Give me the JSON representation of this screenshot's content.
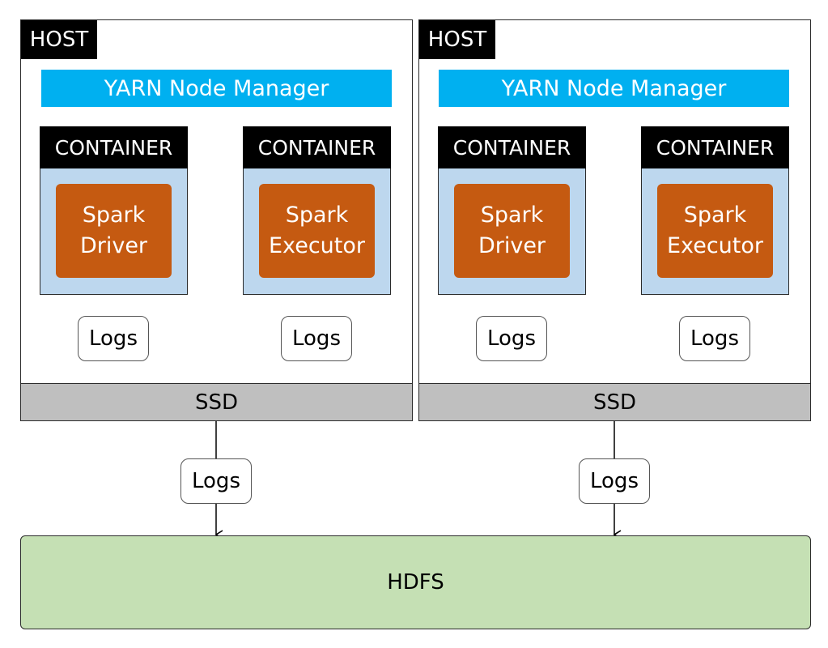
{
  "hosts": [
    {
      "label": "HOST",
      "node_manager": "YARN Node Manager",
      "containers": [
        {
          "label": "CONTAINER",
          "spark_line1": "Spark",
          "spark_line2": "Driver",
          "logs": "Logs"
        },
        {
          "label": "CONTAINER",
          "spark_line1": "Spark",
          "spark_line2": "Executor",
          "logs": "Logs"
        }
      ],
      "ssd": "SSD",
      "ssd_logs": "Logs"
    },
    {
      "label": "HOST",
      "node_manager": "YARN Node Manager",
      "containers": [
        {
          "label": "CONTAINER",
          "spark_line1": "Spark",
          "spark_line2": "Driver",
          "logs": "Logs"
        },
        {
          "label": "CONTAINER",
          "spark_line1": "Spark",
          "spark_line2": "Executor",
          "logs": "Logs"
        }
      ],
      "ssd": "SSD",
      "ssd_logs": "Logs"
    }
  ],
  "hdfs": "HDFS",
  "colors": {
    "node_manager": "#00b0f0",
    "container": "#bdd7ee",
    "spark": "#c55a11",
    "ssd": "#bfbfbf",
    "hdfs": "#c5e0b4"
  }
}
